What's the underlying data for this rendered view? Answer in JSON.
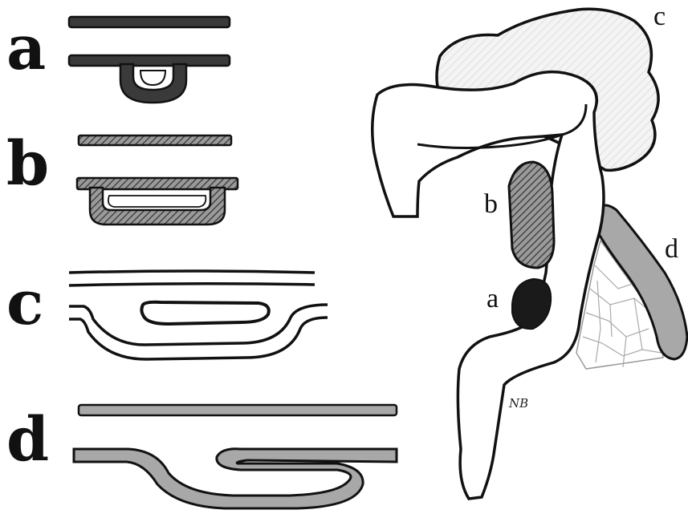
{
  "panel_labels": {
    "a": "a",
    "b": "b",
    "c": "c",
    "d": "d"
  },
  "anatomy_labels": {
    "a": "a",
    "b": "b",
    "c": "c",
    "d": "d"
  },
  "signature": "NB",
  "colors": {
    "outline": "#111111",
    "type_a_fill": "#3a3a3a",
    "type_b_hatch": "#555555",
    "type_c_fill": "#ffffff",
    "type_d_fill": "#a8a8a8",
    "stomach_hatch": "#cccccc",
    "fat_web": "#aaaaaa"
  }
}
